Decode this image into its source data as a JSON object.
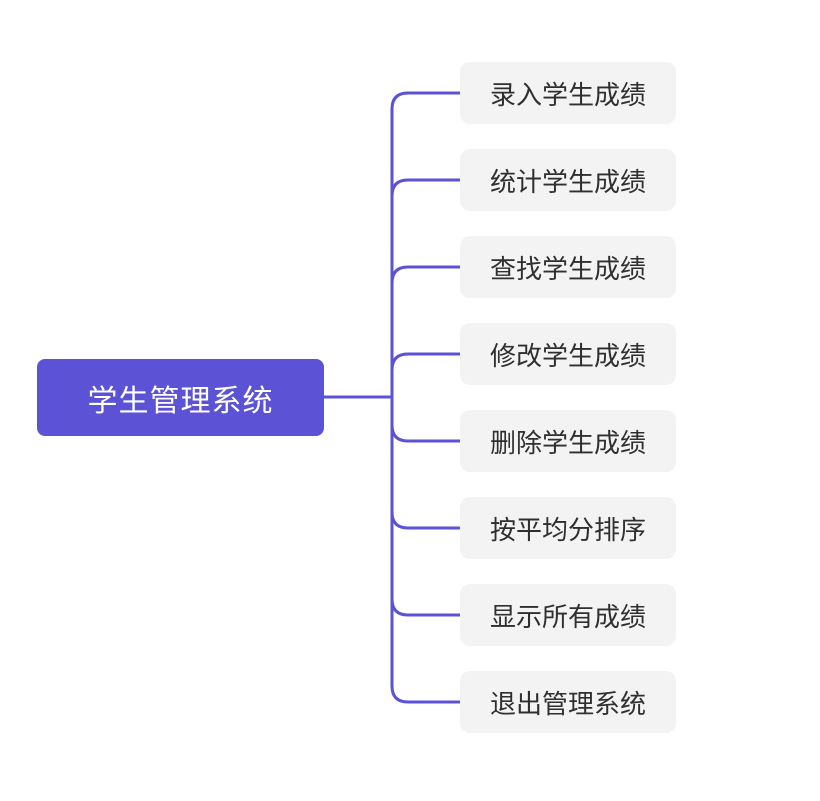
{
  "mindmap": {
    "accent_color": "#5b52d6",
    "node_fill_color": "#f3f3f3",
    "root": {
      "label": "学生管理系统"
    },
    "children": [
      {
        "label": "录入学生成绩"
      },
      {
        "label": "统计学生成绩"
      },
      {
        "label": "查找学生成绩"
      },
      {
        "label": "修改学生成绩"
      },
      {
        "label": "删除学生成绩"
      },
      {
        "label": "按平均分排序"
      },
      {
        "label": "显示所有成绩"
      },
      {
        "label": "退出管理系统"
      }
    ]
  }
}
